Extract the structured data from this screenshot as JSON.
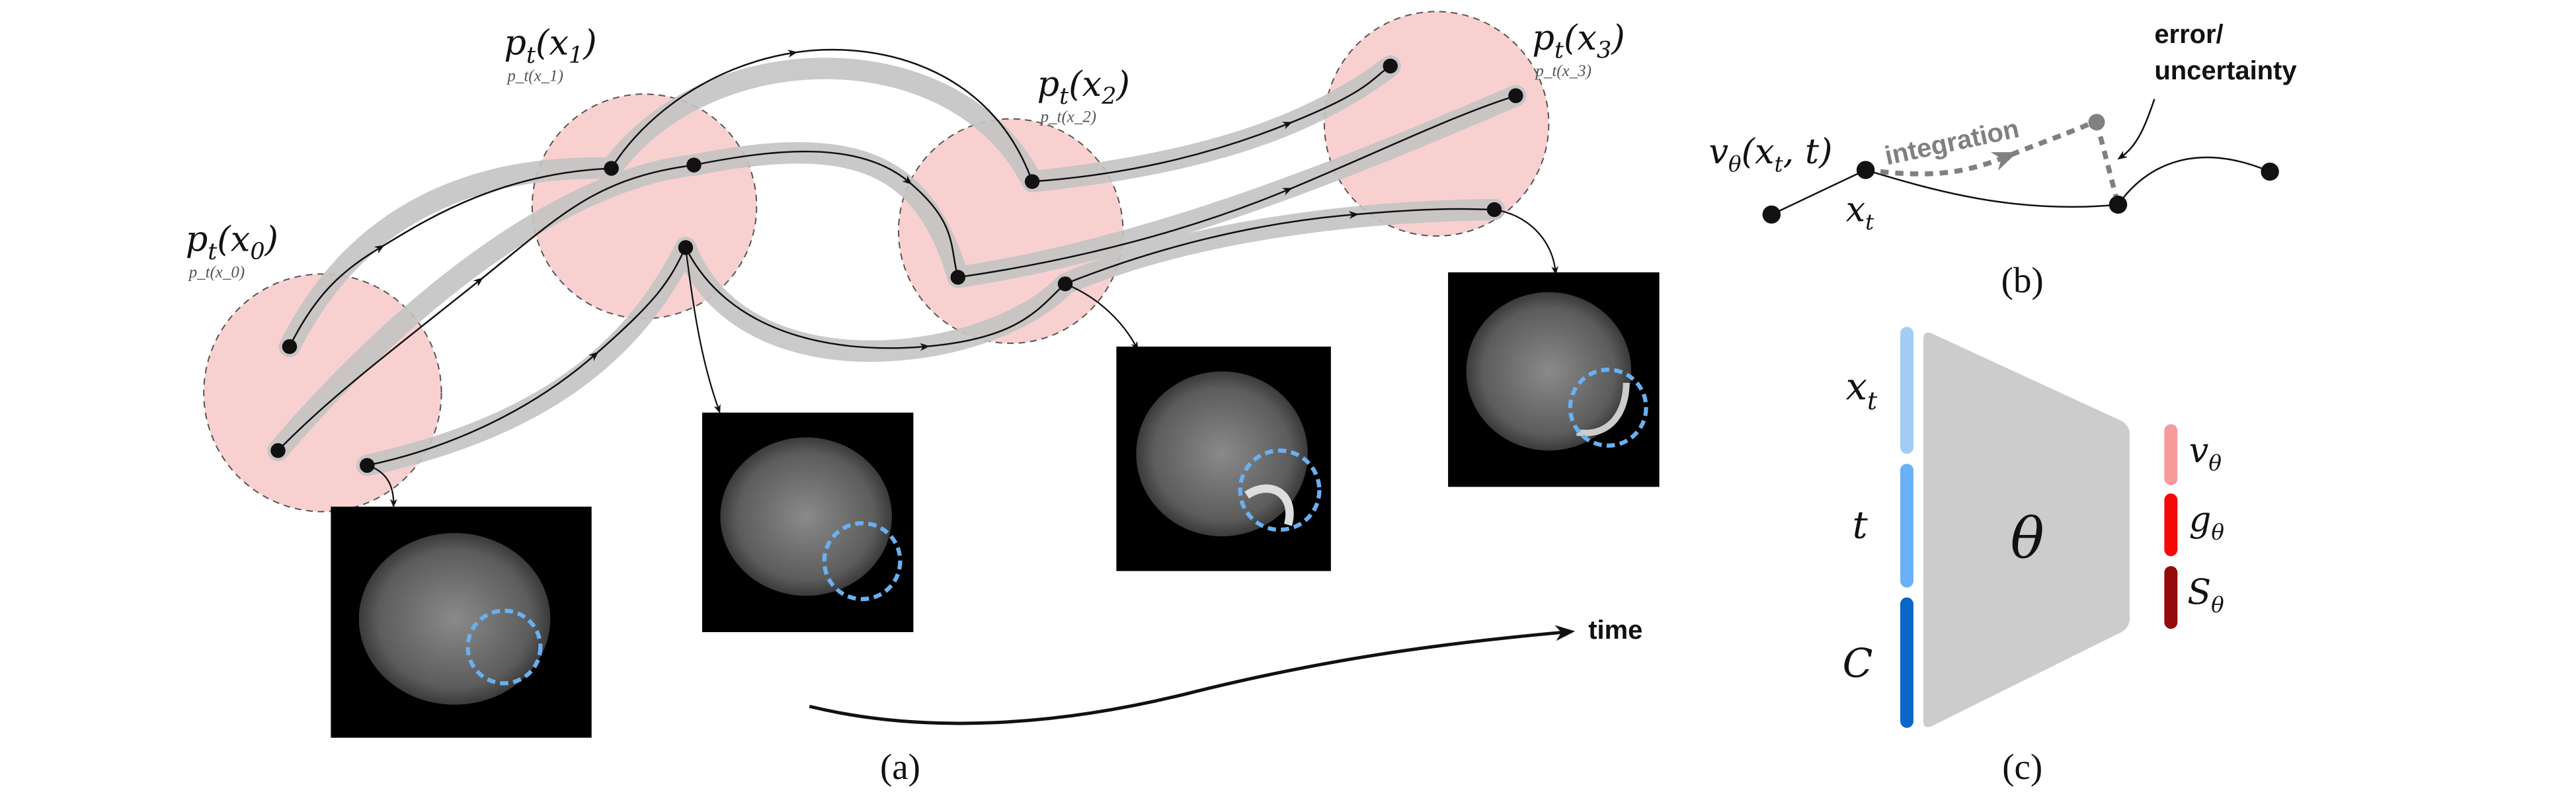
{
  "panel_a": {
    "caption": "(a)",
    "distributions": [
      {
        "label": "p_t(x_0)",
        "base": "p",
        "sub": "t",
        "arg": "(x",
        "argsub": "0",
        "close": ")"
      },
      {
        "label": "p_t(x_1)",
        "base": "p",
        "sub": "t",
        "arg": "(x",
        "argsub": "1",
        "close": ")"
      },
      {
        "label": "p_t(x_2)",
        "base": "p",
        "sub": "t",
        "arg": "(x",
        "argsub": "2",
        "close": ")"
      },
      {
        "label": "p_t(x_3)",
        "base": "p",
        "sub": "t",
        "arg": "(x",
        "argsub": "3",
        "close": ")"
      }
    ],
    "time_label": "time"
  },
  "panel_b": {
    "caption": "(b)",
    "velocity_label": {
      "v": "v",
      "vsub": "θ",
      "rest": "(x",
      "xsub": "t",
      "tail": ", t)"
    },
    "state_label": {
      "x": "x",
      "sub": "t"
    },
    "integration_label": "integration",
    "error_label_line1": "error/",
    "error_label_line2": "uncertainty"
  },
  "panel_c": {
    "caption": "(c)",
    "network_label": "θ",
    "inputs": [
      {
        "label": "x",
        "sub": "t",
        "color": "#a3cdf6"
      },
      {
        "label": "t",
        "sub": "",
        "color": "#69b1f6"
      },
      {
        "label": "C",
        "sub": "",
        "color": "#0a66c9"
      }
    ],
    "outputs": [
      {
        "label": "v",
        "sub": "θ",
        "color": "#f79a9a"
      },
      {
        "label": "g",
        "sub": "θ",
        "color": "#f50a0a"
      },
      {
        "label": "S",
        "sub": "θ",
        "color": "#930b0b"
      }
    ]
  },
  "colors": {
    "distribution_fill": "#f9d0d0",
    "band": "#c8c8c8",
    "highlight": "#6ab0f0",
    "network": "#cccccc"
  }
}
